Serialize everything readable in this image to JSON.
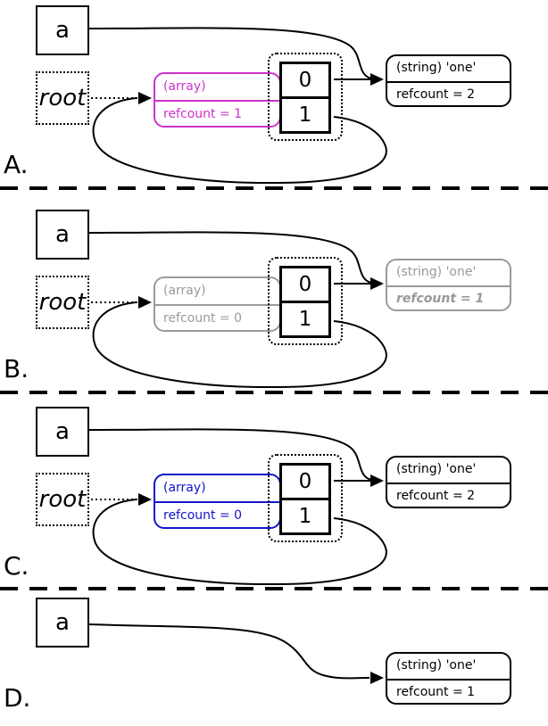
{
  "figure": {
    "panels": [
      {
        "label": "A.",
        "variable": "a",
        "root_label": "root",
        "array_node": {
          "type_label": "(array)",
          "refcount_label": "refcount = 1",
          "color": "#cc33cc"
        },
        "array_cells": [
          "0",
          "1"
        ],
        "string_node": {
          "type_label": "(string) 'one'",
          "refcount_label": "refcount = 2",
          "color": "#000000"
        }
      },
      {
        "label": "B.",
        "variable": "a",
        "root_label": "root",
        "array_node": {
          "type_label": "(array)",
          "refcount_label": "refcount = 0",
          "color": "#999999"
        },
        "array_cells": [
          "0",
          "1"
        ],
        "string_node": {
          "type_label": "(string) 'one'",
          "refcount_label": "refcount = 1",
          "color": "#999999"
        }
      },
      {
        "label": "C.",
        "variable": "a",
        "root_label": "root",
        "array_node": {
          "type_label": "(array)",
          "refcount_label": "refcount = 0",
          "color": "#1414cc"
        },
        "array_cells": [
          "0",
          "1"
        ],
        "string_node": {
          "type_label": "(string) 'one'",
          "refcount_label": "refcount = 2",
          "color": "#000000"
        }
      },
      {
        "label": "D.",
        "variable": "a",
        "string_node": {
          "type_label": "(string) 'one'",
          "refcount_label": "refcount = 1",
          "color": "#000000"
        }
      }
    ]
  }
}
